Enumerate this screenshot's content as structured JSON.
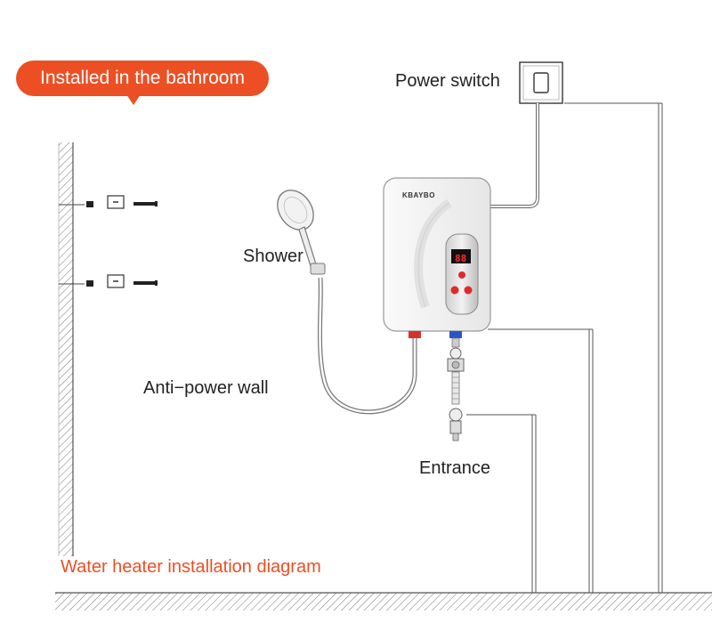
{
  "badge": {
    "label": "Installed in the bathroom"
  },
  "labels": {
    "power_switch": "Power switch",
    "shower": "Shower",
    "anti_power_wall": "Anti−power wall",
    "entrance": "Entrance"
  },
  "heater": {
    "brand": "KBAYBO",
    "display": "88"
  },
  "footer": {
    "caption": "Water heater installation diagram"
  },
  "colors": {
    "accent": "#ec4f24",
    "hot_fitting": "#d4332b",
    "cold_fitting": "#2a55c8",
    "line": "#555555"
  },
  "icons": [
    "power-switch-icon",
    "shower-head-icon",
    "water-heater-icon",
    "wall-anchor-icon",
    "water-valve-icon"
  ]
}
